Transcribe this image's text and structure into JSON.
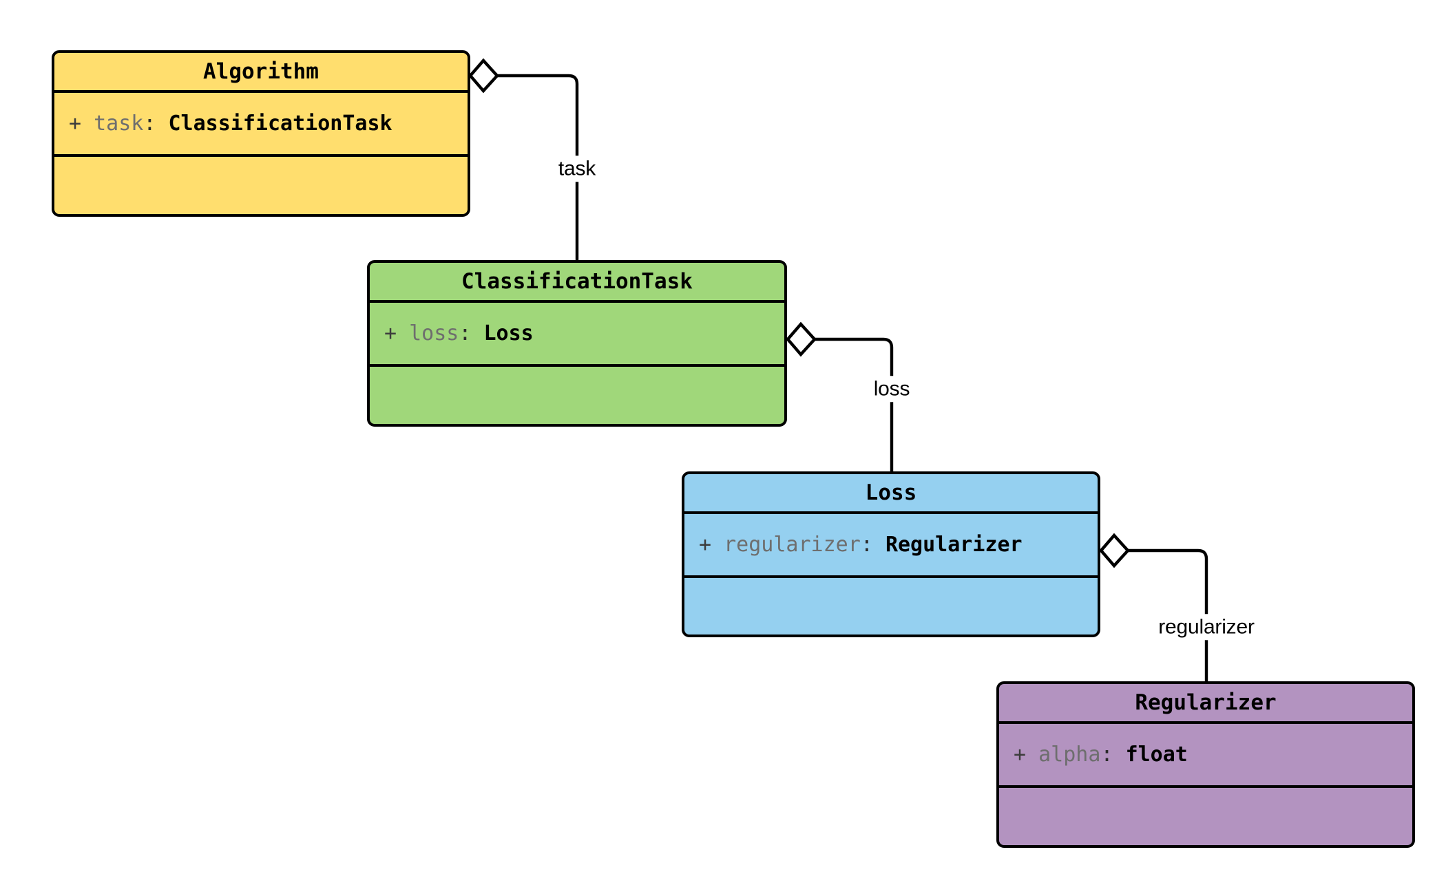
{
  "diagram": {
    "type": "uml-class-diagram",
    "title": "",
    "background_color": "#ffffff",
    "stroke_color": "#000000",
    "classes": [
      {
        "id": "algorithm",
        "name": "Algorithm",
        "fill_color": "#ffde6e",
        "attributes": [
          {
            "visibility": "+",
            "name": "task",
            "separator": ":",
            "type": "ClassificationTask"
          }
        ],
        "methods": []
      },
      {
        "id": "classificationtask",
        "name": "ClassificationTask",
        "fill_color": "#a0d77a",
        "attributes": [
          {
            "visibility": "+",
            "name": "loss",
            "separator": ":",
            "type": "Loss"
          }
        ],
        "methods": []
      },
      {
        "id": "loss",
        "name": "Loss",
        "fill_color": "#95d0f0",
        "attributes": [
          {
            "visibility": "+",
            "name": "regularizer",
            "separator": ":",
            "type": "Regularizer"
          }
        ],
        "methods": []
      },
      {
        "id": "regularizer",
        "name": "Regularizer",
        "fill_color": "#b393c0",
        "attributes": [
          {
            "visibility": "+",
            "name": "alpha",
            "separator": ":",
            "type": "float"
          }
        ],
        "methods": []
      }
    ],
    "relationships": [
      {
        "id": "edge-task",
        "kind": "aggregation",
        "source": "Algorithm",
        "target": "ClassificationTask",
        "label": "task"
      },
      {
        "id": "edge-loss",
        "kind": "aggregation",
        "source": "ClassificationTask",
        "target": "Loss",
        "label": "loss"
      },
      {
        "id": "edge-regularizer",
        "kind": "aggregation",
        "source": "Loss",
        "target": "Regularizer",
        "label": "regularizer"
      }
    ]
  }
}
